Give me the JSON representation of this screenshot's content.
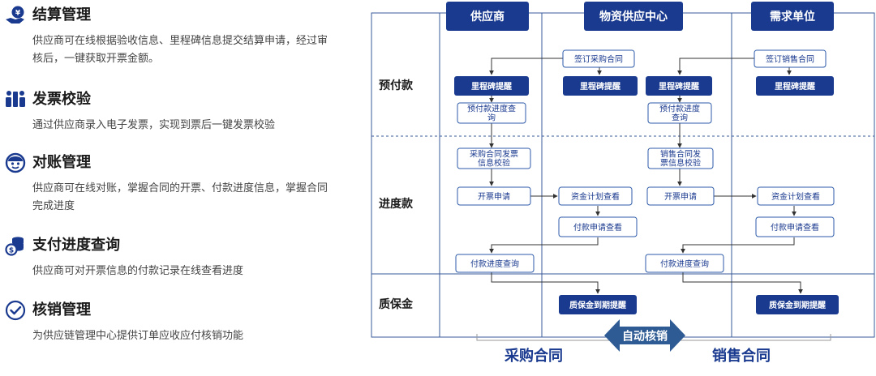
{
  "features": [
    {
      "title": "结算管理",
      "desc": "供应商可在线根据验收信息、里程碑信息提交结算申请，经过审核后，一键获取开票金额。",
      "icon": "settlement-icon"
    },
    {
      "title": "发票校验",
      "desc": "通过供应商录入电子发票，实现到票后一键发票校验",
      "icon": "invoice-check-icon"
    },
    {
      "title": "对账管理",
      "desc": "供应商可在线对账，掌握合同的开票、付款进度信息，掌握合同完成进度",
      "icon": "reconciliation-icon"
    },
    {
      "title": "支付进度查询",
      "desc": "供应商可对开票信息的付款记录在线查看进度",
      "icon": "payment-progress-icon"
    },
    {
      "title": "核销管理",
      "desc": "为供应链管理中心提供订单应收应付核销功能",
      "icon": "write-off-check-icon"
    }
  ],
  "diagram": {
    "columns": [
      "供应商",
      "物资供应中心",
      "需求单位"
    ],
    "rows": [
      "预付款",
      "进度款",
      "质保金"
    ],
    "nodes": {
      "sign_purchase": "签订采购合同",
      "sign_sales": "签订销售合同",
      "milestone_1": "里程碑提醒",
      "milestone_2": "里程碑提醒",
      "milestone_3": "里程碑提醒",
      "milestone_4": "里程碑提醒",
      "prepay_query_1_l1": "预付款进度查",
      "prepay_query_1_l2": "询",
      "prepay_query_2_l1": "预付款进度",
      "prepay_query_2_l2": "查询",
      "purchase_invoice_l1": "采购合同发票",
      "purchase_invoice_l2": "信息校验",
      "sales_invoice_l1": "销售合同发",
      "sales_invoice_l2": "票信息校验",
      "invoice_apply_1": "开票申请",
      "invoice_apply_2": "开票申请",
      "fund_plan_1": "资金计划查看",
      "fund_plan_2": "资金计划查看",
      "payment_apply_1": "付款申请查看",
      "payment_apply_2": "付款申请查看",
      "payment_progress_1": "付款进度查询",
      "payment_progress_2": "付款进度查询",
      "warranty_1": "质保金到期提醒",
      "warranty_2": "质保金到期提醒"
    },
    "auto_writeoff": "自动核销",
    "purchase_contract": "采购合同",
    "sales_contract": "销售合同",
    "colors": {
      "primary": "#1a3a8f",
      "node_border": "#2d5aa8",
      "grid": "#3a5a9a",
      "arrow_fill": "#2f5b94"
    }
  }
}
